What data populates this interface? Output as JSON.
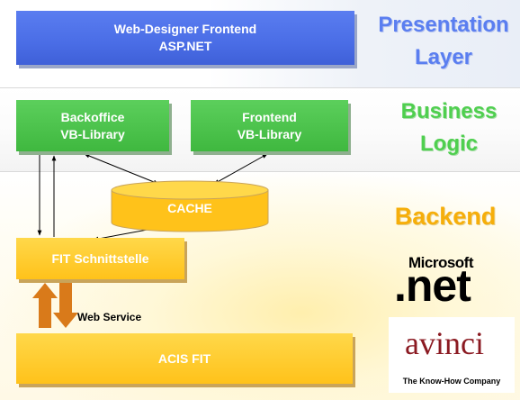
{
  "presentation": {
    "box_lines": [
      "Web-Designer Frontend",
      "ASP.NET"
    ],
    "layer_label": [
      "Presentation",
      "Layer"
    ]
  },
  "business": {
    "backoffice_lines": [
      "Backoffice",
      "VB-Library"
    ],
    "frontend_lines": [
      "Frontend",
      "VB-Library"
    ],
    "layer_label": [
      "Business",
      "Logic"
    ]
  },
  "backend": {
    "cache_label": "CACHE",
    "fit_label": "FIT Schnittstelle",
    "web_service_label": "Web Service",
    "acis_label": "ACIS FIT",
    "layer_label": "Backend"
  },
  "logos": {
    "microsoft_text": "Microsoft",
    "net_text": ".net",
    "avinci_text": "avinci",
    "avinci_tagline": "The Know-How Company"
  },
  "colors": {
    "presentation_blue": "#4a6de6",
    "business_green": "#3fb83f",
    "backend_yellow": "#ffc21a",
    "avinci_red": "#8b1a22",
    "arrow_orange": "#d97a1a"
  }
}
